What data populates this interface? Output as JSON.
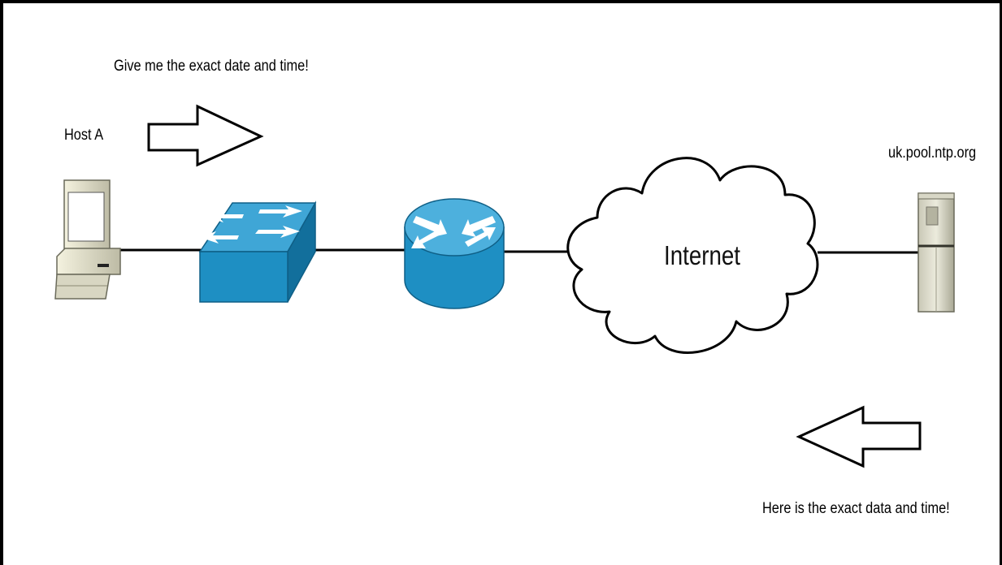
{
  "labels": {
    "request": "Give me the exact date and time!",
    "host": "Host A",
    "server": "uk.pool.ntp.org",
    "internet": "Internet",
    "response": "Here is the exact data and time!"
  },
  "nodes": [
    {
      "id": "host-a",
      "kind": "pc-icon"
    },
    {
      "id": "switch",
      "kind": "switch-icon",
      "color": "#1e8fc3"
    },
    {
      "id": "router",
      "kind": "router-icon",
      "color": "#1e8fc3"
    },
    {
      "id": "internet",
      "kind": "cloud-icon"
    },
    {
      "id": "ntp-server",
      "kind": "server-icon"
    }
  ],
  "links": [
    {
      "from": "host-a",
      "to": "switch"
    },
    {
      "from": "switch",
      "to": "router"
    },
    {
      "from": "router",
      "to": "internet"
    },
    {
      "from": "internet",
      "to": "ntp-server"
    }
  ],
  "flows": [
    {
      "direction": "right",
      "meaning": "request",
      "icon": "arrow-right-icon"
    },
    {
      "direction": "left",
      "meaning": "response",
      "icon": "arrow-left-icon"
    }
  ]
}
